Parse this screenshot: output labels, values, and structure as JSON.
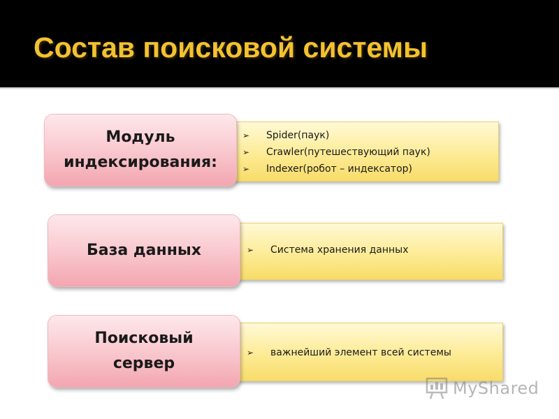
{
  "slide": {
    "title": "Состав поисковой системы"
  },
  "components": [
    {
      "name_lines": [
        "Модуль",
        "индексирования:"
      ],
      "items": [
        "Spider(паук)",
        "Crawler(путешествующий паук)",
        "Indexer(робот – индексатор)"
      ]
    },
    {
      "name_lines": [
        "База данных"
      ],
      "items": [
        "Система хранения данных"
      ]
    },
    {
      "name_lines": [
        "Поисковый",
        "сервер"
      ],
      "items": [
        "важнейший элемент всей системы"
      ]
    }
  ],
  "bullet_glyph": "➢",
  "watermark": {
    "text": "MyShared",
    "icon": "presentation-board-icon"
  },
  "colors": {
    "header_bg": "#000000",
    "title": "#f2c230",
    "box_pink": "#f9c9cf",
    "panel_yellow": "#fdeb95"
  }
}
